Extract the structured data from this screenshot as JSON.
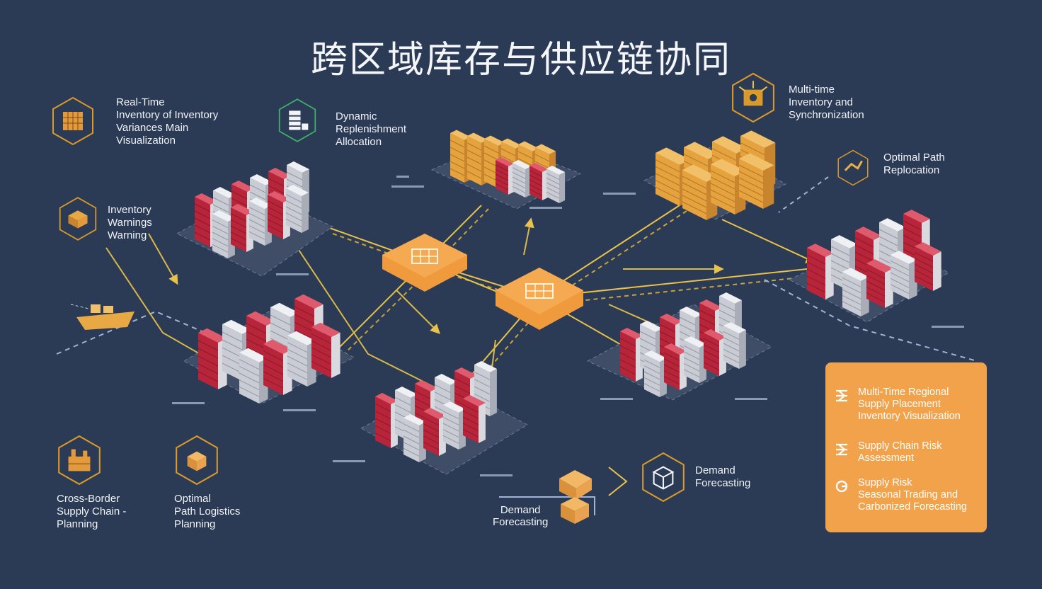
{
  "title": "跨区域库存与供应链协同",
  "features": {
    "realtime": "Real-Time\nInventory of Inventory\nVariances Main\nVisualization",
    "dynamic": "Dynamic\nReplenishment\nAllocation",
    "multitime": "Multi-time\nInventory and\nSynchronization",
    "optimal_path": "Optimal Path\nReplocation",
    "warning": "Inventory\nWarnings\nWarning",
    "crossborder": "Cross-Border\nSupply Chain -\nPlanning",
    "logistics": "Optimal\nPath Logistics\nPlanning",
    "demand_right": "Demand\nForecasting",
    "demand_bottom": "Demand\nForecasting"
  },
  "panel": {
    "items": [
      {
        "icon": "network-icon",
        "text": "Multi-Time Regional\nSupply Placement\nInventory Visualization"
      },
      {
        "icon": "risk-icon",
        "text": "Supply Chain Risk\nAssessment"
      },
      {
        "icon": "forecast-icon",
        "text": "Supply Risk\nSeasonal Trading and\nCarbonized Forecasting"
      }
    ]
  },
  "colors": {
    "background": "#2b3a55",
    "accent": "#f2a24a",
    "hub": "#f09a3e",
    "gold": "#d99a2b",
    "rack_red": "#b8243a",
    "rack_gray": "#c9ccd4",
    "line": "#e8c24a"
  }
}
